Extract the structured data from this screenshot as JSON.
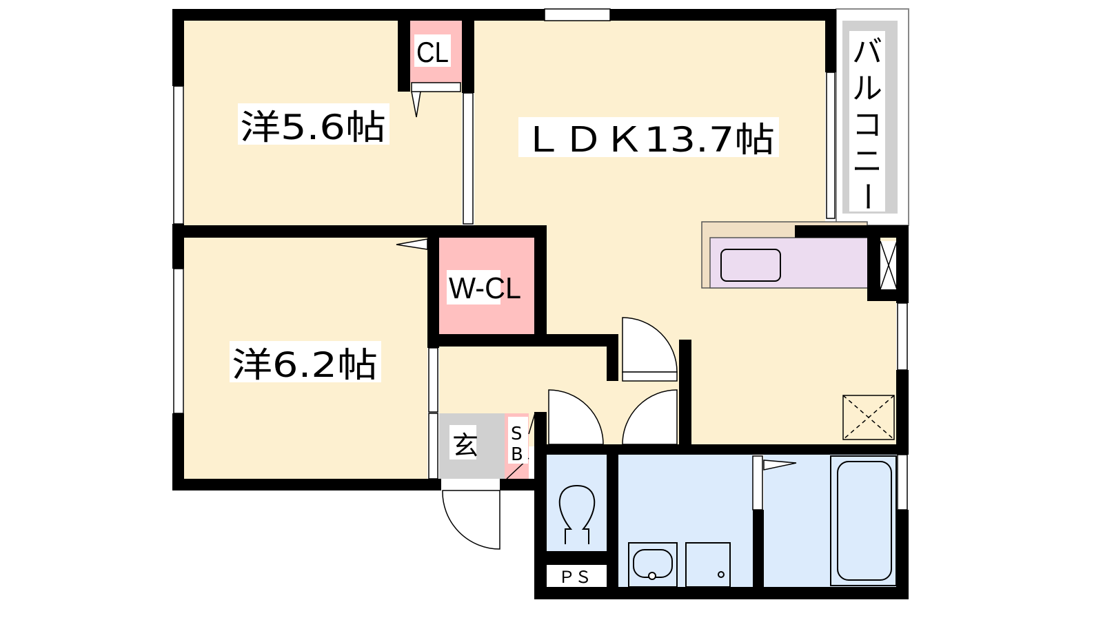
{
  "rooms": {
    "western1": "洋5.6帖",
    "western2": "洋6.2帖",
    "ldk": "ＬＤＫ13.7帖",
    "closet": "CL",
    "walk_in_closet": "W-CL",
    "entrance": "玄",
    "shoe_box_s": "S",
    "shoe_box_b": "B",
    "pipe_space": "ＰＳ",
    "balcony": [
      "バ",
      "ル",
      "コ",
      "ニ",
      "ー"
    ]
  },
  "colors": {
    "room": "#fdf0d0",
    "closet": "#ffc0c0",
    "entrance": "#d0d0d0",
    "wet": "#dcebfc",
    "kitchen": "#ecdcf0",
    "counter": "#f0dfc4",
    "balcony": "#d0d0d0",
    "wall": "#000000"
  }
}
